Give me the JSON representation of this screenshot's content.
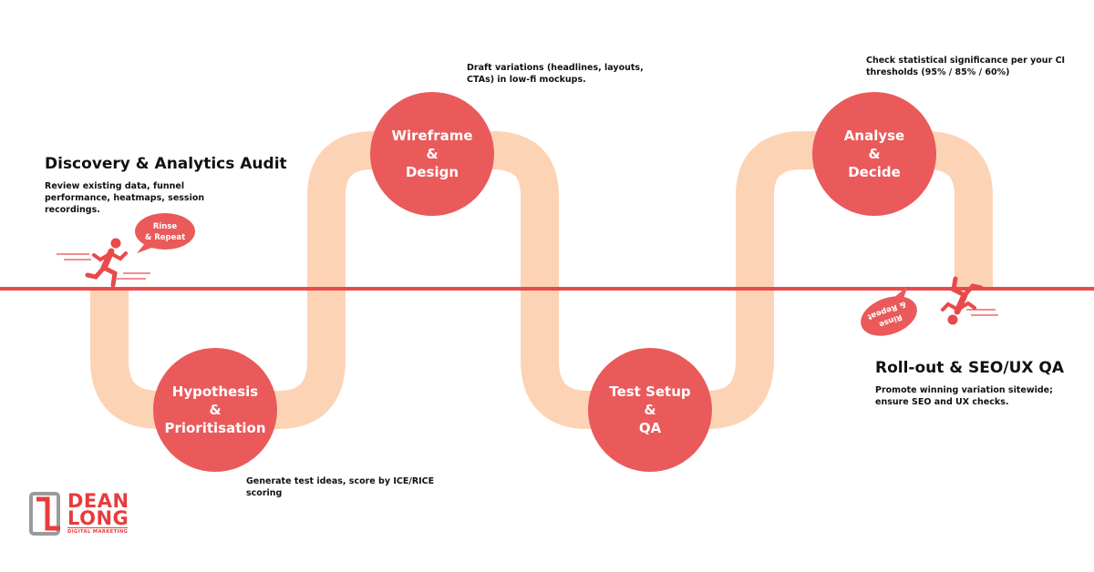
{
  "colors": {
    "path": "#fdd3b6",
    "accent": "#ea5a5a",
    "line": "#e84a4a",
    "text": "#111111"
  },
  "steps": [
    {
      "lines": [
        "Wireframe",
        "&",
        "Design"
      ],
      "description": [
        "Draft variations (headlines, layouts,",
        "CTAs) in low-fi mockups."
      ]
    },
    {
      "lines": [
        "Analyse",
        "&",
        "Decide"
      ],
      "description": [
        "Check statistical significance per your CI",
        "thresholds (95% / 85% / 60%)"
      ]
    },
    {
      "lines": [
        "Hypothesis",
        "&",
        "Prioritisation"
      ],
      "description": [
        "Generate test ideas, score by ICE/RICE",
        "scoring"
      ]
    },
    {
      "lines": [
        "Test Setup",
        "&",
        "QA"
      ]
    }
  ],
  "discovery": {
    "title": "Discovery & Analytics Audit",
    "description": [
      "Review existing data, funnel",
      "performance, heatmaps, session",
      "recordings."
    ]
  },
  "rollout": {
    "title": "Roll-out & SEO/UX QA",
    "description": [
      "Promote winning variation sitewide;",
      "ensure SEO and UX checks."
    ]
  },
  "bubbles": [
    {
      "lines": [
        "Rinse",
        "& Repeat"
      ]
    },
    {
      "lines": [
        "Rinse",
        "& Repeat"
      ]
    }
  ],
  "logo": {
    "line1": "DEAN",
    "line2": "LONG",
    "tagline": "DIGITAL MARKETING"
  }
}
